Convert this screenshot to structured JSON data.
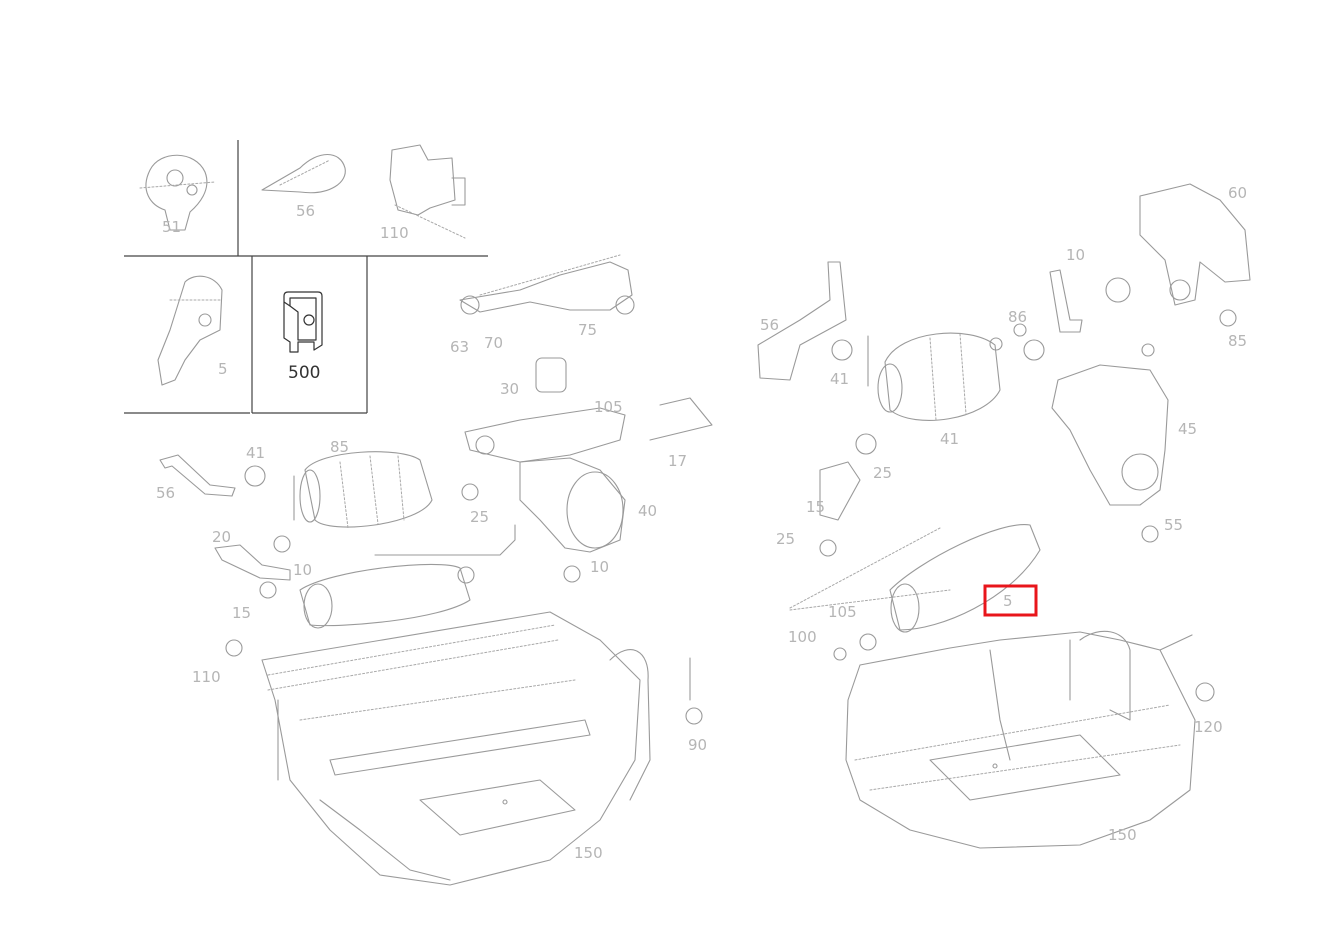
{
  "diagram": {
    "highlight_color": "#e8151b",
    "inset_labels": {
      "a": "51",
      "b": "56",
      "c": "110",
      "d": "5",
      "e": "500"
    },
    "labels": {
      "l63": "63",
      "l70a": "70",
      "l75": "75",
      "l30": "30",
      "l105": "105",
      "l17": "17",
      "l56a": "56",
      "l41a": "41",
      "l85a": "85",
      "l25a": "25",
      "l40a": "40",
      "l10a": "10",
      "l20a": "20",
      "l10b": "10",
      "l15a": "15",
      "l110a": "110",
      "l90a": "90",
      "l150a": "150",
      "l56b": "56",
      "l41b": "41",
      "l86": "86",
      "l41c": "41",
      "l10c": "10",
      "l60": "60",
      "l85b": "85",
      "l25b": "25",
      "l45": "45",
      "l15b": "15",
      "l25c": "25",
      "l55": "55",
      "l105b": "105",
      "l100": "100",
      "l5": "5",
      "l120": "120",
      "l150b": "150"
    }
  }
}
